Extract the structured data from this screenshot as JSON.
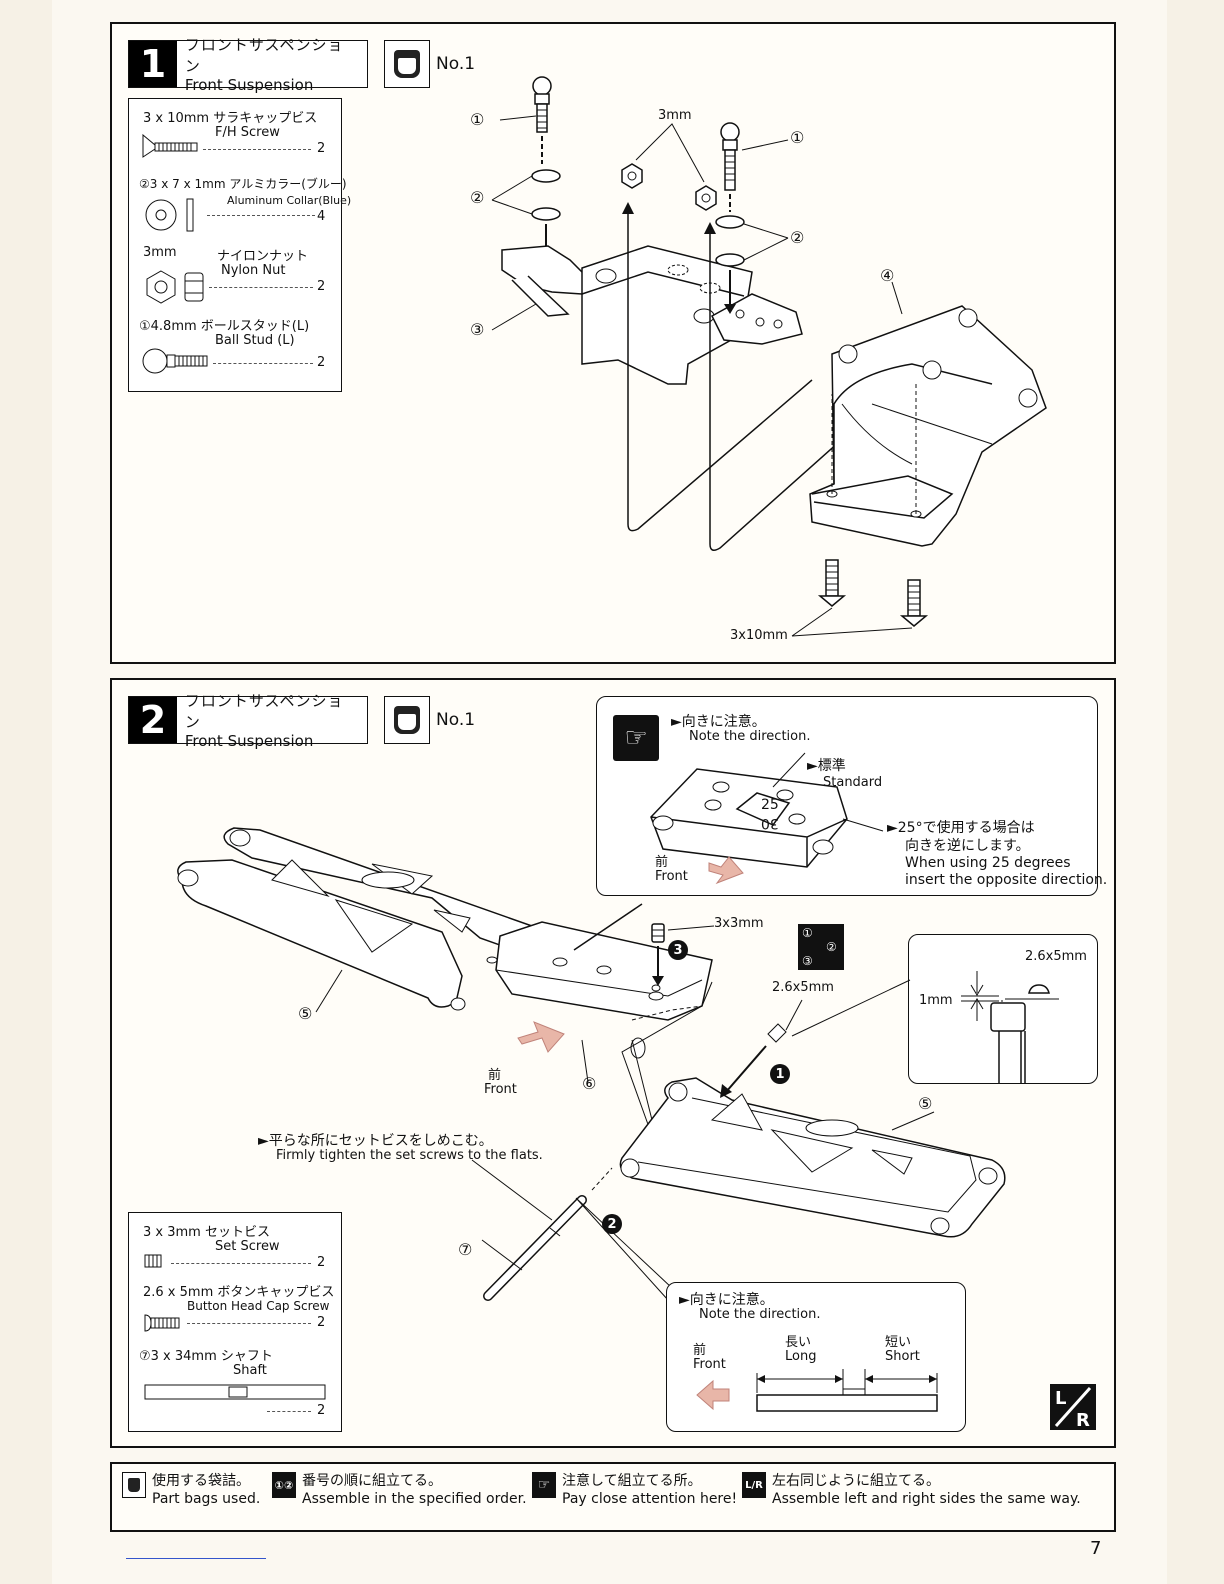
{
  "step1": {
    "number": "1",
    "title_jp": "フロントサスペンション",
    "title_en": "Front Suspension",
    "bag": "No.1",
    "parts": [
      {
        "jp": "3 x 10mm サラキャップビス",
        "en": "F/H Screw",
        "qty": "2"
      },
      {
        "jp": "②3 x 7 x 1mm アルミカラー(ブルー)",
        "en": "Aluminum Collar(Blue)",
        "qty": "4"
      },
      {
        "size": "3mm",
        "jp": "ナイロンナット",
        "en": "Nylon Nut",
        "qty": "2"
      },
      {
        "jp": "①4.8mm ボールスタッド(L)",
        "en": "Ball Stud (L)",
        "qty": "2"
      }
    ],
    "callouts": {
      "c1": "①",
      "c2": "②",
      "c3": "③",
      "c4": "④",
      "nut": "3mm",
      "screw": "3x10mm"
    }
  },
  "step2": {
    "number": "2",
    "title_jp": "フロントサスペンション",
    "title_en": "Front Suspension",
    "bag": "No.1",
    "note_top": {
      "jp": "►向きに注意。",
      "en": "Note the direction.",
      "standard_jp": "►標準",
      "standard_en": "Standard",
      "alt_jp1": "►25°で使用する場合は",
      "alt_jp2": "向きを逆にします。",
      "alt_en1": "When using 25 degrees",
      "alt_en2": "insert the opposite direction.",
      "front_jp": "前",
      "front_en": "Front",
      "mark_a": "25",
      "mark_b": "30"
    },
    "order": {
      "a": "①",
      "b": "②",
      "c": "③"
    },
    "detail": {
      "screw": "2.6x5mm",
      "gap": "1mm"
    },
    "callouts": {
      "setscrew": "3x3mm",
      "buttonhead": "2.6x5mm",
      "c5a": "⑤",
      "c5b": "⑤",
      "c6": "⑥",
      "c7": "⑦",
      "n1": "1",
      "n2": "2",
      "n3": "3",
      "front_jp": "前",
      "front_en": "Front",
      "flats_jp": "►平らな所にセットビスをしめこむ。",
      "flats_en": "Firmly tighten the set screws to the flats."
    },
    "parts": [
      {
        "jp": "3 x 3mm セットビス",
        "en": "Set Screw",
        "qty": "2"
      },
      {
        "jp": "2.6 x 5mm ボタンキャップビス",
        "en": "Button Head Cap Screw",
        "qty": "2"
      },
      {
        "jp": "⑦3 x 34mm シャフト",
        "en": "Shaft",
        "qty": "2"
      }
    ],
    "note_bottom": {
      "jp": "►向きに注意。",
      "en": "Note the direction.",
      "front_jp": "前",
      "front_en": "Front",
      "long_jp": "長い",
      "long_en": "Long",
      "short_jp": "短い",
      "short_en": "Short"
    },
    "lr": "L/R"
  },
  "legend": [
    {
      "icon": "bag-icon",
      "jp": "使用する袋詰。",
      "en": "Part bags used."
    },
    {
      "icon": "order-icon",
      "jp": "番号の順に組立てる。",
      "en": "Assemble in the specified order."
    },
    {
      "icon": "hand-icon",
      "jp": "注意して組立てる所。",
      "en": "Pay close attention here!"
    },
    {
      "icon": "lr-icon",
      "jp": "左右同じように組立てる。",
      "en": "Assemble left and right sides the same way."
    }
  ],
  "page_number": "7"
}
